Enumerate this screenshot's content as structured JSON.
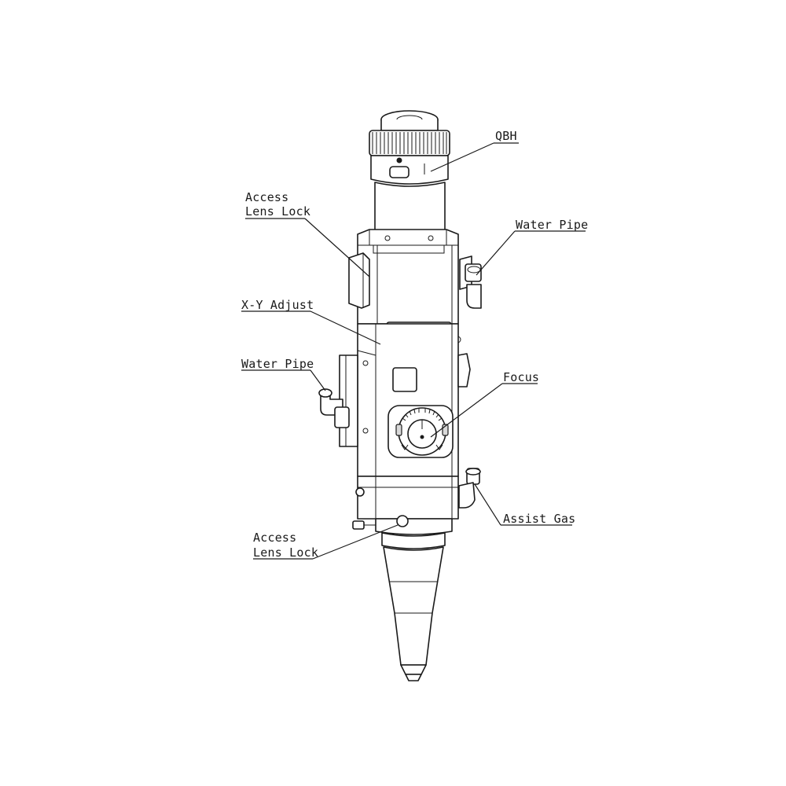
{
  "callouts": {
    "qbh": "QBH",
    "access_lens_lock_top": [
      "Access",
      "Lens Lock"
    ],
    "water_pipe_right": "Water Pipe",
    "xy_adjust": "X-Y Adjust",
    "water_pipe_left": "Water Pipe",
    "focus": "Focus",
    "assist_gas": "Assist Gas",
    "access_lens_lock_bottom": [
      "Access",
      "Lens Lock"
    ]
  },
  "colors": {
    "line": "#1a1a1a",
    "background": "#ffffff"
  }
}
